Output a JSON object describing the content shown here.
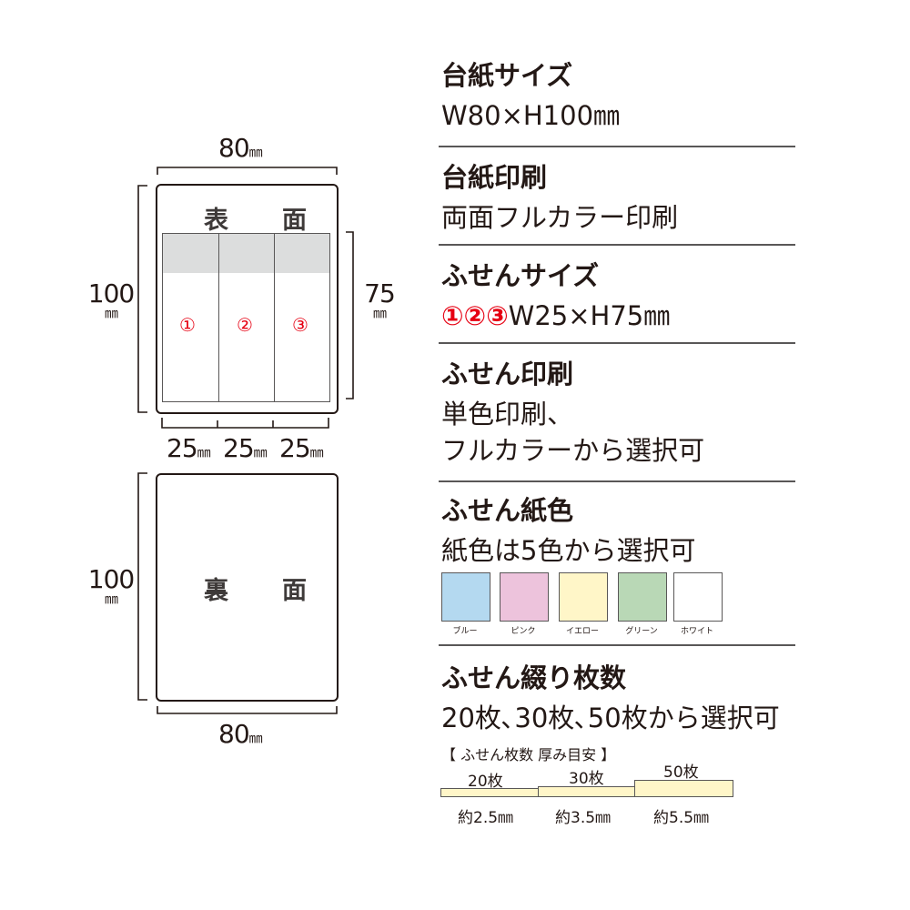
{
  "diagram": {
    "front": {
      "label": "表　面",
      "width": "80",
      "height": "100",
      "notes_height": "75",
      "note_widths": [
        "25",
        "25",
        "25"
      ],
      "note_numbers": [
        "①",
        "②",
        "③"
      ]
    },
    "back": {
      "label": "裏　面",
      "width": "80",
      "height": "100"
    },
    "unit": "㎜"
  },
  "specs": {
    "card_size": {
      "title": "台紙サイズ",
      "value": "W80×H100㎜"
    },
    "card_print": {
      "title": "台紙印刷",
      "value": "両面フルカラー印刷"
    },
    "note_size": {
      "title": "ふせんサイズ",
      "numbers": "①②③",
      "value": "W25×H75㎜"
    },
    "note_print": {
      "title": "ふせん印刷",
      "value_line1": "単色印刷、",
      "value_line2": "フルカラーから選択可"
    },
    "paper_color": {
      "title": "ふせん紙色",
      "value": "紙色は5色から選択可",
      "colors": [
        {
          "name": "ブルー",
          "hex": "#b4d9f0"
        },
        {
          "name": "ピンク",
          "hex": "#edc3dc"
        },
        {
          "name": "イエロー",
          "hex": "#fff6c8"
        },
        {
          "name": "グリーン",
          "hex": "#b9d8b6"
        },
        {
          "name": "ホワイト",
          "hex": "#ffffff"
        }
      ]
    },
    "sheet_count": {
      "title": "ふせん綴り枚数",
      "value": "20枚､30枚､50枚から選択可",
      "thickness_title": "【 ふせん枚数 厚み目安 】",
      "steps": [
        {
          "count": "20枚",
          "thickness": "約2.5㎜"
        },
        {
          "count": "30枚",
          "thickness": "約3.5㎜"
        },
        {
          "count": "50枚",
          "thickness": "約5.5㎜"
        }
      ]
    }
  }
}
